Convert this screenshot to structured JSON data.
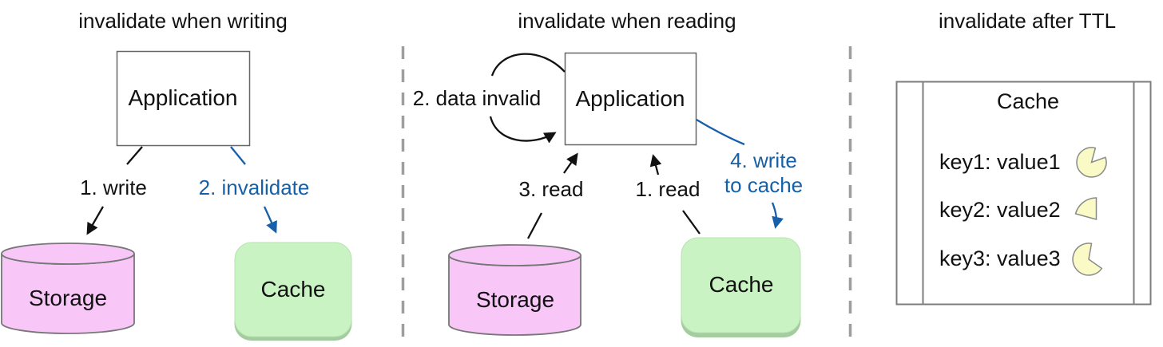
{
  "diagram": {
    "panels": [
      {
        "title": "invalidate when writing",
        "application_label": "Application",
        "storage_label": "Storage",
        "cache_label": "Cache",
        "arrow_labels": {
          "write": "1. write",
          "invalidate": "2. invalidate"
        }
      },
      {
        "title": "invalidate when reading",
        "application_label": "Application",
        "storage_label": "Storage",
        "cache_label": "Cache",
        "arrow_labels": {
          "data_invalid": "2. data invalid",
          "read_storage": "3. read",
          "read_cache": "1. read",
          "write_to_cache_line1": "4. write",
          "write_to_cache_line2": "to cache"
        }
      },
      {
        "title": "invalidate after TTL",
        "cache_label": "Cache",
        "entries": [
          {
            "text": "key1: value1",
            "ttl_icon": "pie-ttl-high-icon"
          },
          {
            "text": "key2: value2",
            "ttl_icon": "pie-ttl-low-icon"
          },
          {
            "text": "key3: value3",
            "ttl_icon": "pie-ttl-medium-icon"
          }
        ]
      }
    ],
    "colors": {
      "accent_blue": "#1560A8",
      "storage_fill": "#F8C7F8",
      "cache_fill": "#C9F3C2",
      "ttl_pie_fill": "#FAFAC6",
      "separator_gray": "#9e9e9e"
    }
  }
}
